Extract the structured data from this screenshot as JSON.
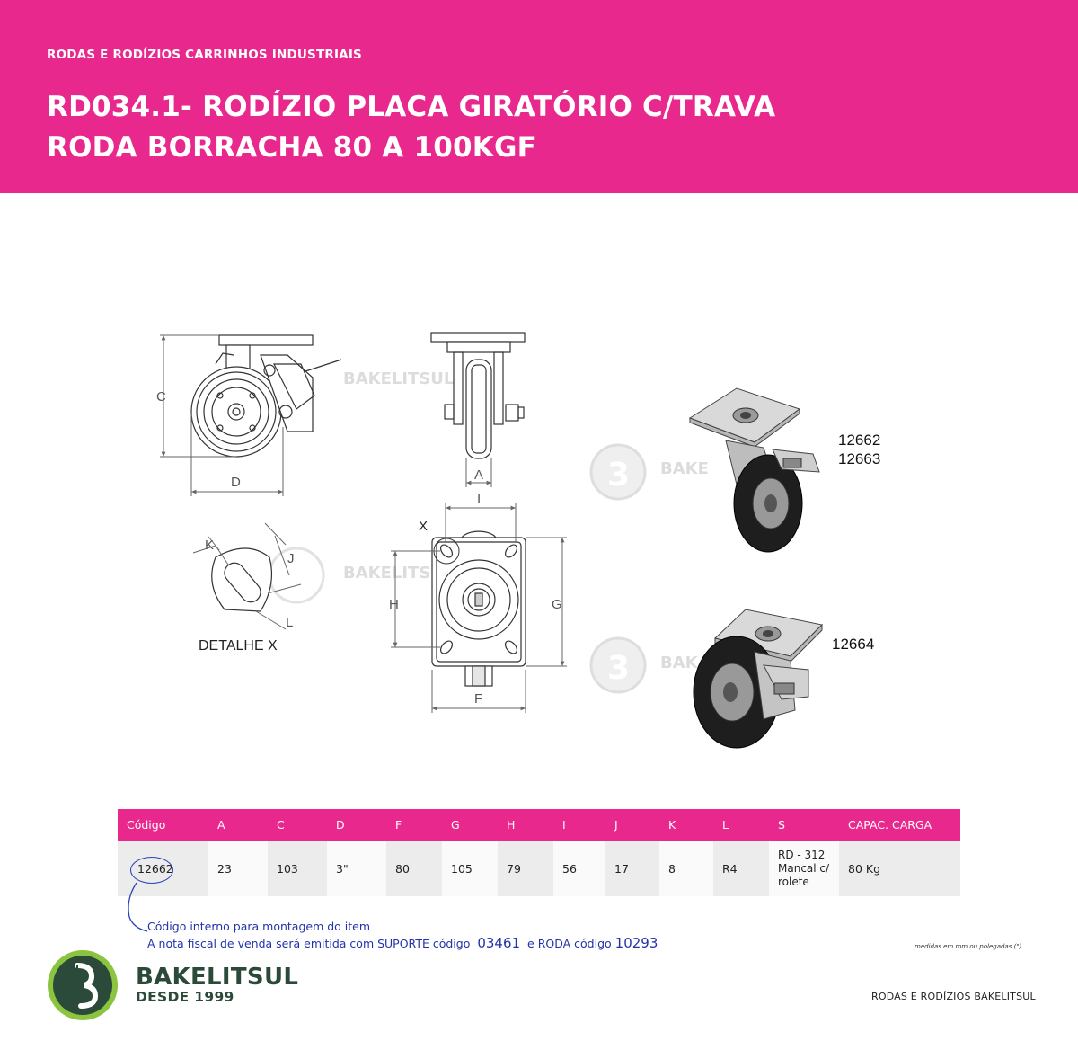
{
  "header": {
    "category": "RODAS E RODÍZIOS CARRINHOS INDUSTRIAIS",
    "title_line1": "RD034.1- RODÍZIO PLACA GIRATÓRIO C/TRAVA",
    "title_line2": "RODA BORRACHA 80 A 100KGF",
    "background_color": "#e9288d"
  },
  "drawing": {
    "dimension_labels": {
      "C": "C",
      "D": "D",
      "A": "A",
      "I": "I",
      "X": "X",
      "H": "H",
      "G": "G",
      "F": "F",
      "K": "K",
      "J": "J",
      "L": "L"
    },
    "detail_caption": "DETALHE X",
    "watermark": "BAKELITSUL"
  },
  "product_codes": {
    "top_line1": "12662",
    "top_line2": "12663",
    "bottom": "12664"
  },
  "table": {
    "headers": [
      "Código",
      "A",
      "C",
      "D",
      "F",
      "G",
      "H",
      "I",
      "J",
      "K",
      "L",
      "S",
      "CAPAC. CARGA"
    ],
    "row": {
      "codigo": "12662",
      "A": "23",
      "C": "103",
      "D": "3\"",
      "F": "80",
      "G": "105",
      "H": "79",
      "I": "56",
      "J": "17",
      "K": "8",
      "L": "R4",
      "S_line1": "RD - 312",
      "S_line2": "Mancal c/",
      "S_line3": "rolete",
      "capac_carga": "80 Kg"
    }
  },
  "note": {
    "line1": "Código interno para montagem do item",
    "line2_prefix": "A nota fiscal de venda será emitida com SUPORTE código",
    "suporte_code": "03461",
    "line2_middle": "e RODA código",
    "roda_code": "10293",
    "color": "#2233aa"
  },
  "units_note": "medidas em mm ou polegadas (\")",
  "footer": {
    "brand": "BAKELITSUL",
    "since": "DESDE 1999",
    "right_text": "RODAS E RODÍZIOS BAKELITSUL",
    "logo_icon": "bakelitsul-b-logo-icon",
    "brand_color": "#2b4a3a"
  }
}
